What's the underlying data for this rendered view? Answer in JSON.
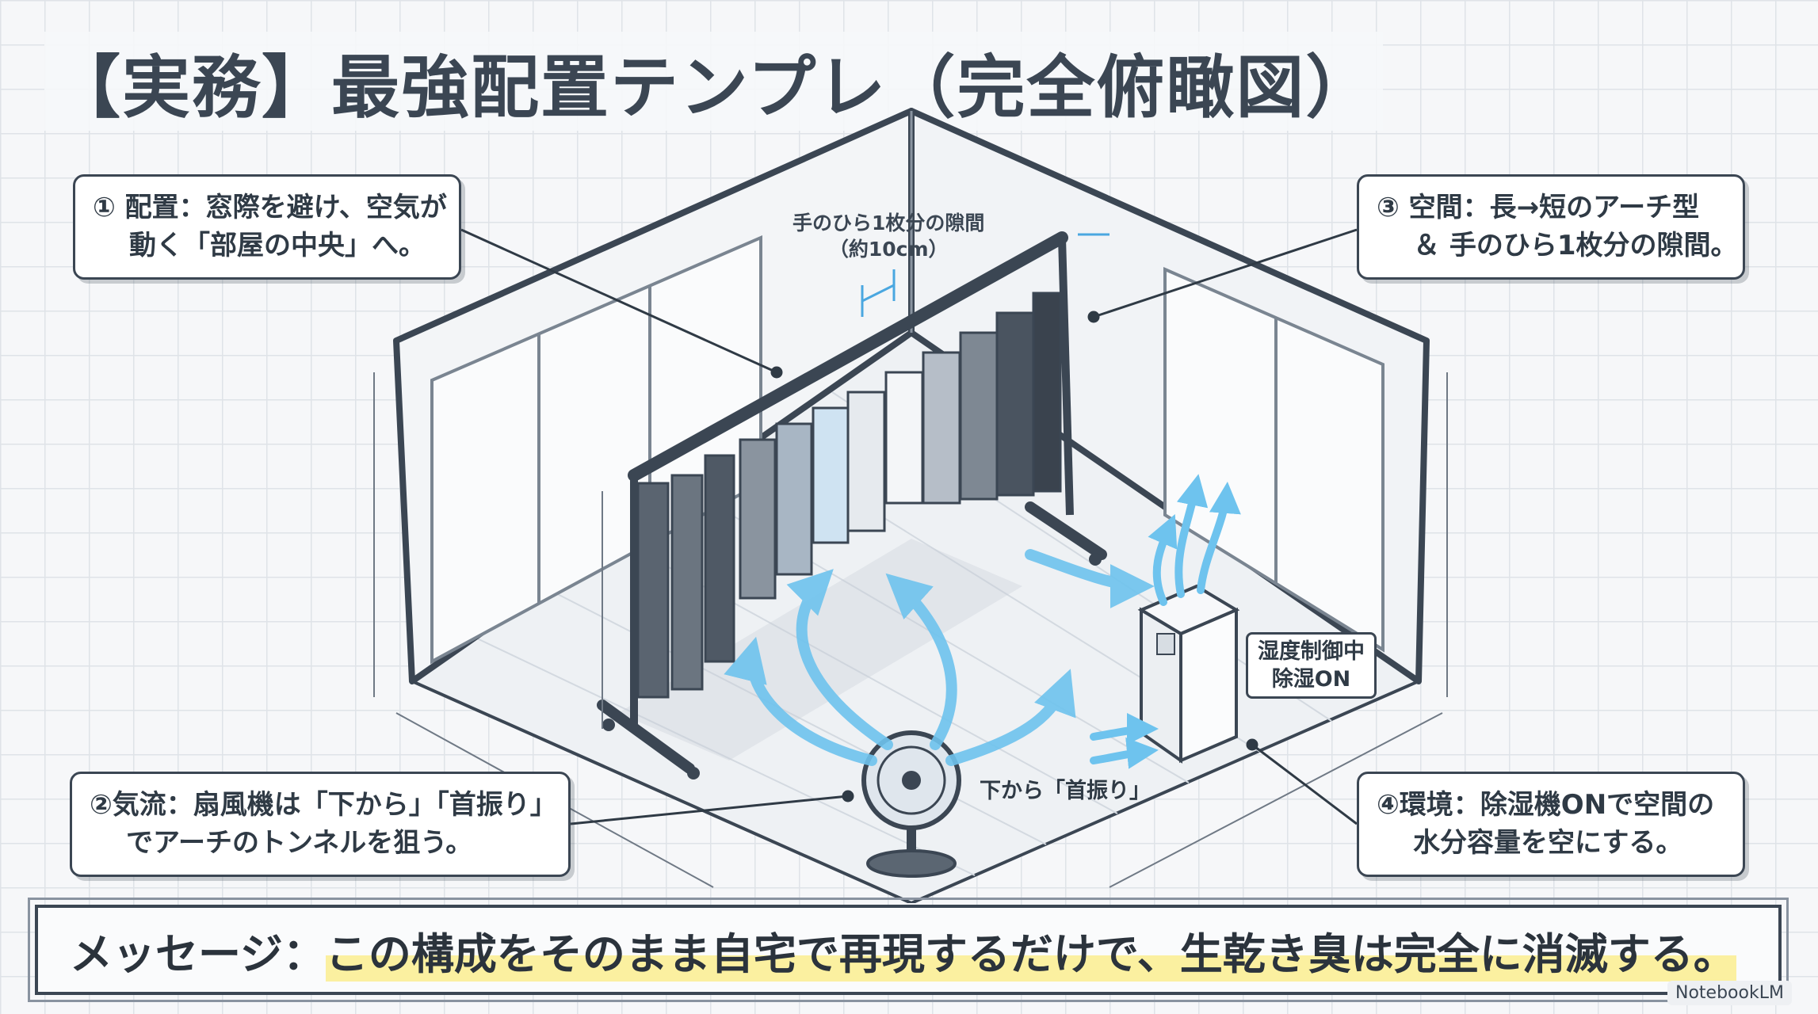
{
  "title": "【実務】最強配置テンプレ（完全俯瞰図）",
  "callouts": {
    "placement": {
      "line1": "① 配置：窓際を避け、空気が",
      "line2": "動く「部屋の中央」へ。"
    },
    "airflow": {
      "line1": "②気流：扇風機は「下から」「首振り」",
      "line2": "でアーチのトンネルを狙う。"
    },
    "space": {
      "line1": "③ 空間：長→短のアーチ型",
      "line2": "＆ 手のひら1枚分の隙間。"
    },
    "environment": {
      "line1": "④環境：除湿機ONで空間の",
      "line2": "水分容量を空にする。"
    }
  },
  "gap_label": {
    "line1": "手のひら1枚分の隙間",
    "line2": "（約10cm）"
  },
  "dehumidifier_badge": {
    "line1": "湿度制御中",
    "line2": "除湿ON"
  },
  "fan_label": "下から「首振り」",
  "message": {
    "prefix": "メッセージ：",
    "highlight": "この構成をそのまま自宅で再現するだけで、生乾き臭は完全に消滅する。"
  },
  "logo": "NotebookLM",
  "colors": {
    "outline": "#3b4653",
    "airflow": "#6ec3ee",
    "highlight": "#fbf0a0"
  }
}
